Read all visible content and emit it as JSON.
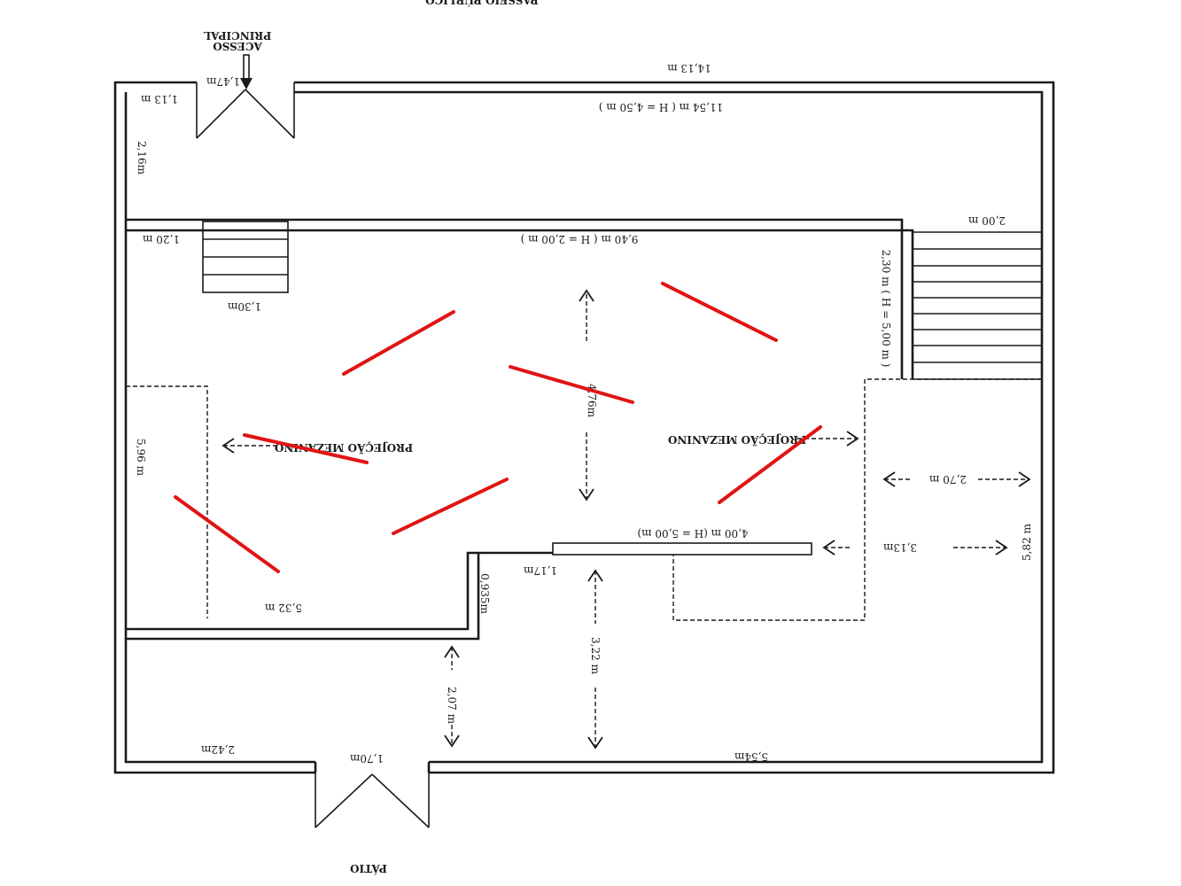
{
  "labels": {
    "top_street": "PASSEIO PÚBLICO",
    "access": "ACESSO",
    "access2": "PRINCIPAL",
    "patio": "PÁTIO",
    "proj_left": "PROJEÇÃO MEZANINO",
    "proj_right": "PROJEÇÃO MEZANINO"
  },
  "dimensions": {
    "d_14_13": "14,13 m",
    "d_1_47": "1,47m",
    "d_1_13": "1,13 m",
    "d_11_54": "11,54 m ( H = 4,50 m )",
    "d_2_16": "2,16m",
    "d_2_00": "2,00 m",
    "d_1_20": "1,20 m",
    "d_9_40": "9,40 m ( H = 2,00 m )",
    "d_2_30": "2,30 m ( H = 5,00 m )",
    "d_1_30": "1,30m",
    "d_4_76": "4,76m",
    "d_5_96": "5,96 m",
    "d_2_70": "2,70 m",
    "d_5_82": "5,82 m",
    "d_4_00": "4,00 m (H = 5,00 m)",
    "d_3_13": "3,13m",
    "d_1_17": "1,17m",
    "d_0_935": "0,935m",
    "d_5_32": "5,32 m",
    "d_3_22": "3,22 m",
    "d_2_07": "2,07 m",
    "d_2_42": "2,42m",
    "d_1_70": "1,70m",
    "d_5_54": "5,54m"
  },
  "colors": {
    "wall": "#1a1a1a",
    "red_marks": "#e01414",
    "background": "#ffffff"
  }
}
